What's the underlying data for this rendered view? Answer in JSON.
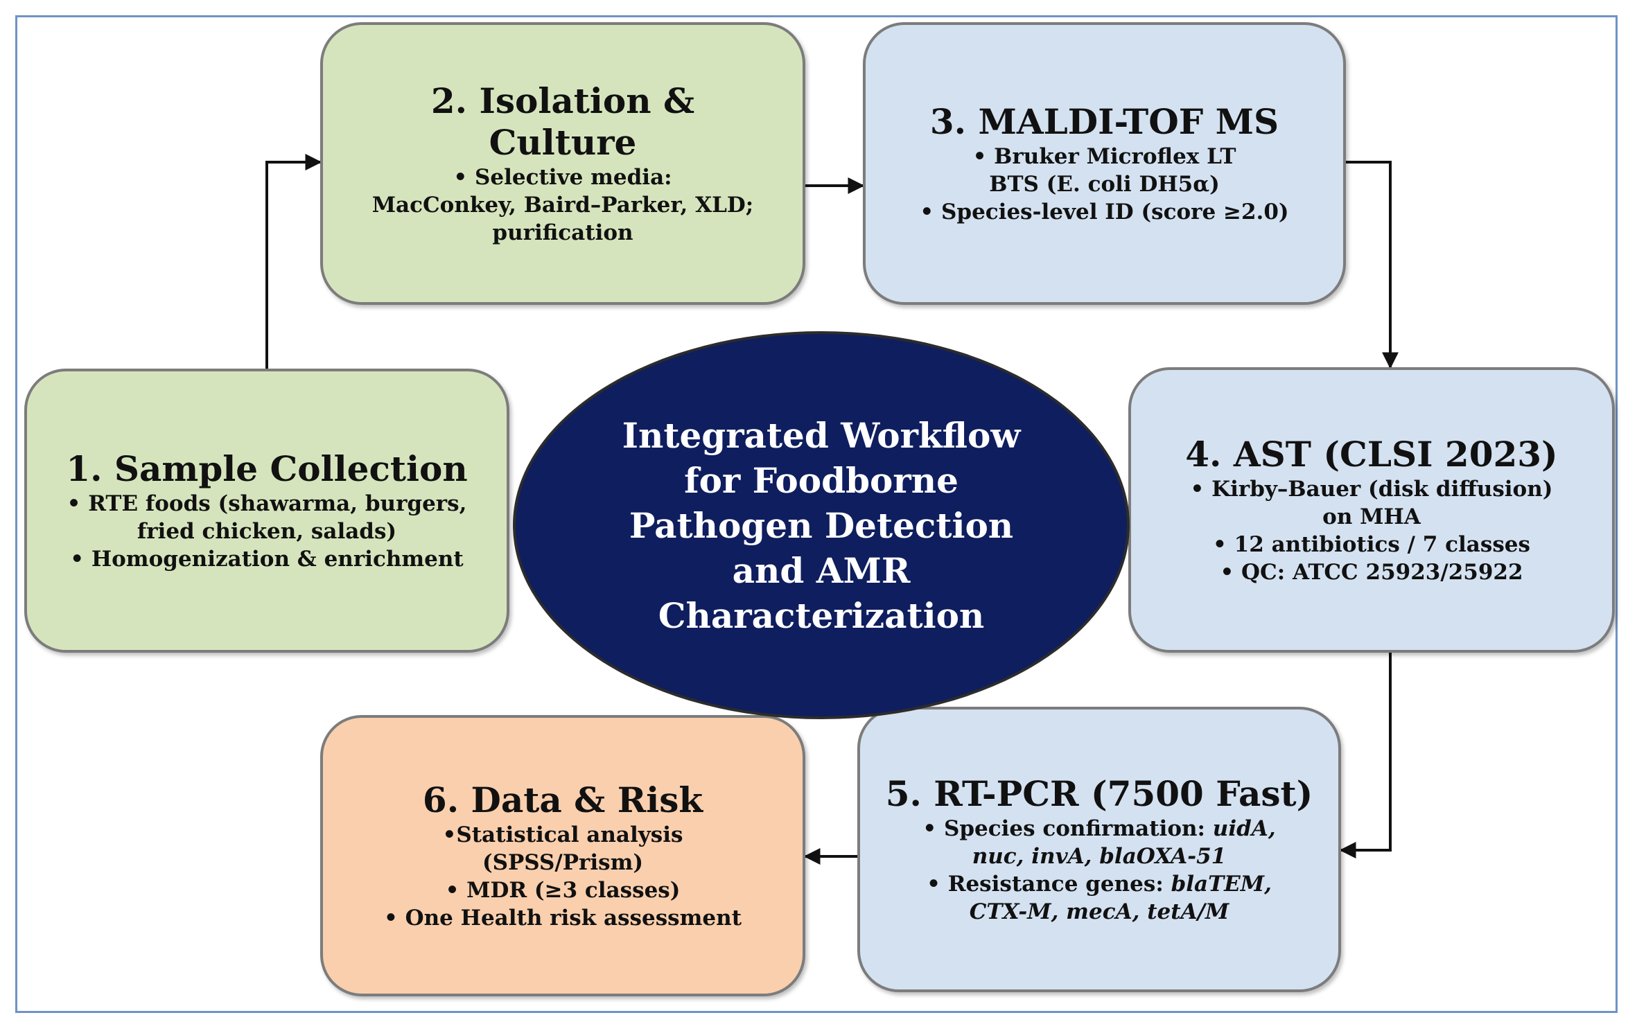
{
  "center": {
    "title": "Integrated Workflow for Foodborne Pathogen Detection and AMR Characterization"
  },
  "steps": [
    {
      "title": "1. Sample Collection",
      "lines": [
        "• RTE foods (shawarma, burgers, fried chicken, salads)",
        "• Homogenization & enrichment"
      ]
    },
    {
      "title": "2. Isolation & Culture",
      "lines": [
        "• Selective media:",
        "MacConkey, Baird–Parker, XLD; purification"
      ]
    },
    {
      "title": "3. MALDI-TOF MS",
      "lines": [
        "• Bruker Microflex LT",
        "BTS (E. coli DH5α)",
        "• Species-level ID (score ≥2.0)"
      ]
    },
    {
      "title": "4. AST (CLSI 2023)",
      "lines": [
        "• Kirby–Bauer (disk diffusion) on MHA",
        "• 12 antibiotics / 7 classes",
        "• QC: ATCC 25923/25922"
      ]
    },
    {
      "title": "5. RT-PCR (7500 Fast)",
      "line1_prefix": "• Species confirmation: ",
      "line1_genes": "uidA, nuc, invA, blaOXA-51",
      "line2_prefix": "• Resistance genes: ",
      "line2_genes": "blaTEM, CTX-M, mecA, tetA/M"
    },
    {
      "title": "6. Data & Risk",
      "lines": [
        "•Statistical analysis (SPSS/Prism)",
        "• MDR (≥3 classes)",
        "• One Health risk assessment"
      ]
    }
  ],
  "colors": {
    "green": "#d6e4bd",
    "blue": "#d4e1f0",
    "orange": "#f9cfad",
    "center": "#0f1e5e",
    "frame": "#6f93c6"
  }
}
